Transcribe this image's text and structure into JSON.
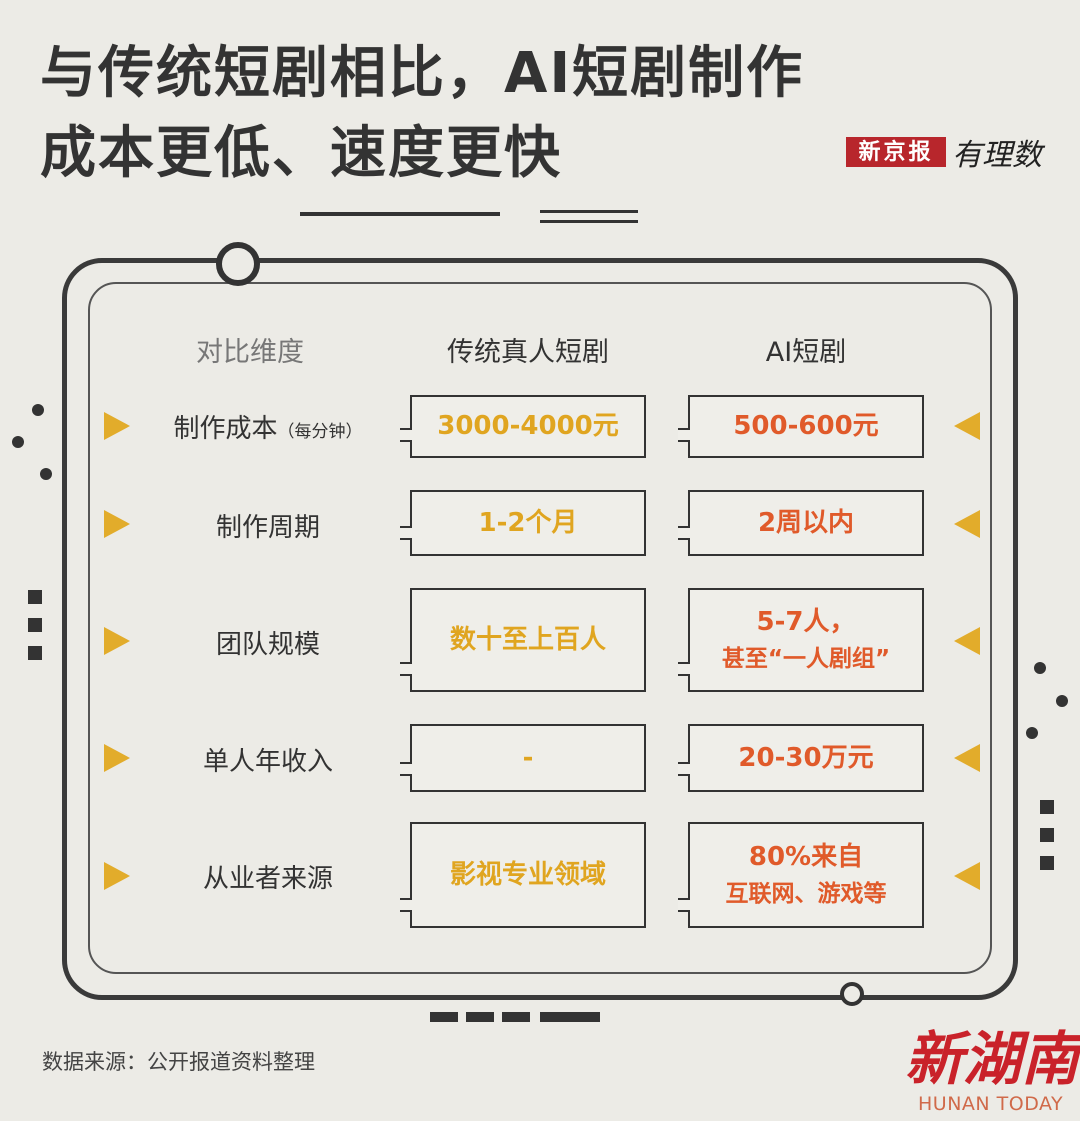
{
  "title": {
    "line1": "与传统短剧相比，AI短剧制作",
    "line2": "成本更低、速度更快"
  },
  "brand": {
    "xjb": "新京报",
    "yls": "有理数",
    "hunan": "新湖南",
    "hunan_en": "HUNAN TODAY"
  },
  "colors": {
    "traditional": "#e0a520",
    "ai": "#e05a2a",
    "arrow": "#e2ac2b"
  },
  "headers": {
    "dimension": "对比维度",
    "traditional": "传统真人短剧",
    "ai": "AI短剧"
  },
  "rows": [
    {
      "label": "制作成本",
      "sub": "（每分钟）",
      "traditional": "3000-4000元",
      "ai": "500-600元"
    },
    {
      "label": "制作周期",
      "traditional": "1-2个月",
      "ai": "2周以内"
    },
    {
      "label": "团队规模",
      "traditional": "数十至上百人",
      "ai": "5-7人，",
      "ai2": "甚至“一人剧组”"
    },
    {
      "label": "单人年收入",
      "traditional": "-",
      "ai": "20-30万元"
    },
    {
      "label": "从业者来源",
      "traditional": "影视专业领域",
      "ai": "80%来自",
      "ai2": "互联网、游戏等"
    }
  ],
  "source": "数据来源：公开报道资料整理"
}
